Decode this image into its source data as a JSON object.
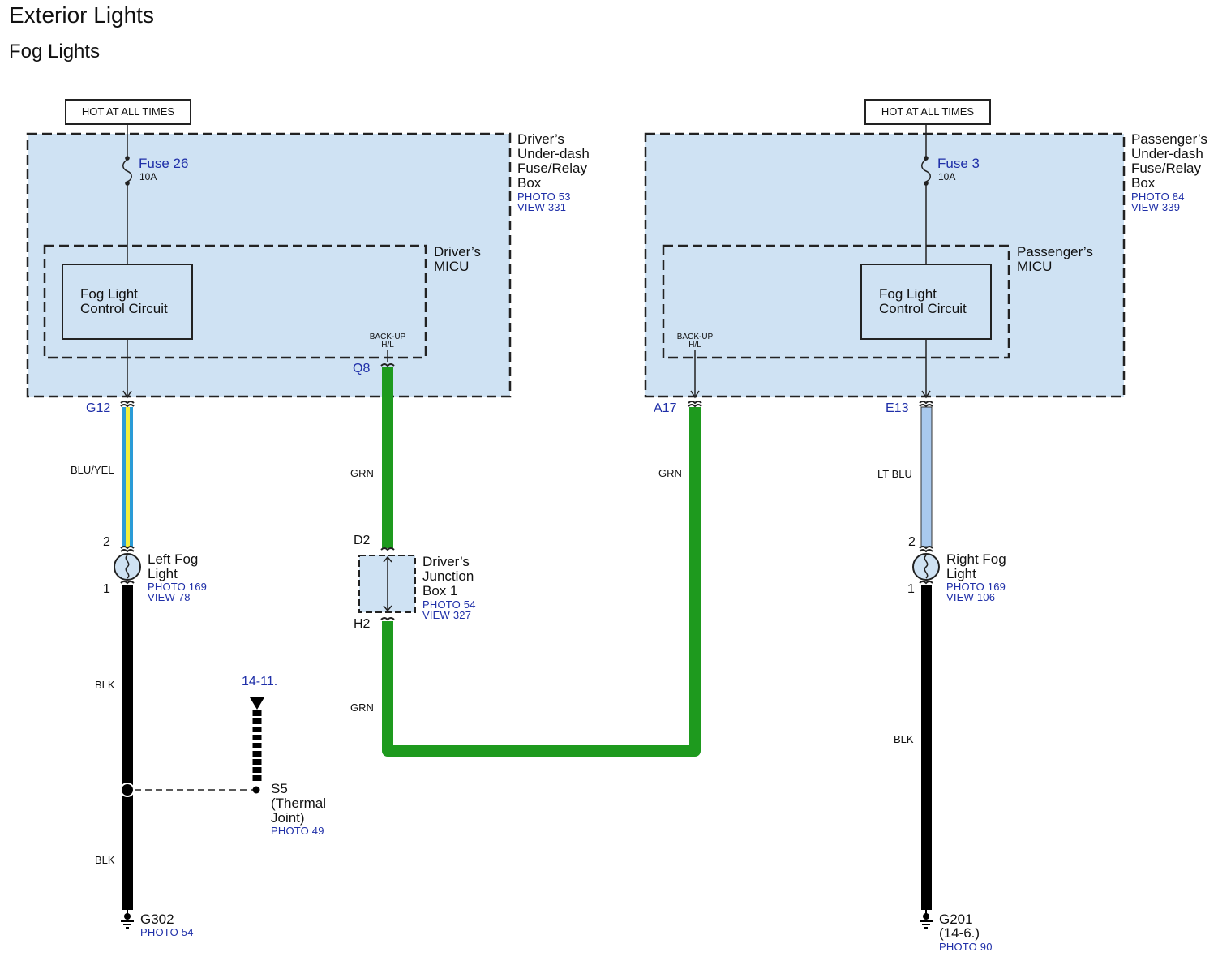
{
  "header": {
    "title": "Exterior Lights",
    "subtitle": "Fog Lights"
  },
  "left": {
    "hot_label": "HOT AT ALL TIMES",
    "fuse_box": {
      "lines": [
        "Driver’s",
        "Under-dash",
        "Fuse/Relay",
        "Box"
      ],
      "photo": "PHOTO 53",
      "view": "VIEW 331"
    },
    "fuse": {
      "name": "Fuse 26",
      "rating": "10A"
    },
    "micu": {
      "lines": [
        "Driver’s",
        "MICU"
      ]
    },
    "control_circuit": {
      "lines": [
        "Fog Light",
        "Control Circuit"
      ]
    },
    "backup": {
      "line1": "BACK-UP",
      "line2": "H/L"
    },
    "pin_g12": "G12",
    "pin_q8": "Q8",
    "wire_bluyel": "BLU/YEL",
    "wire_grn_top": "GRN",
    "wire_grn_bottom": "GRN",
    "pin_d2": "D2",
    "pin_h2": "H2",
    "junction_box": {
      "lines": [
        "Driver’s",
        "Junction",
        "Box 1"
      ],
      "photo": "PHOTO 54",
      "view": "VIEW 327"
    },
    "fog_light": {
      "pin_top": "2",
      "pin_bottom": "1",
      "lines": [
        "Left Fog",
        "Light"
      ],
      "photo": "PHOTO 169",
      "view": "VIEW 78"
    },
    "wire_blk_top": "BLK",
    "wire_blk_bottom": "BLK",
    "ref_page": "14-11.",
    "splice": {
      "name": "S5",
      "lines": [
        "(Thermal",
        "Joint)"
      ],
      "photo": "PHOTO 49"
    },
    "ground": {
      "name": "G302",
      "photo": "PHOTO 54"
    }
  },
  "right": {
    "hot_label": "HOT AT ALL TIMES",
    "fuse_box": {
      "lines": [
        "Passenger’s",
        "Under-dash",
        "Fuse/Relay",
        "Box"
      ],
      "photo": "PHOTO 84",
      "view": "VIEW 339"
    },
    "fuse": {
      "name": "Fuse 3",
      "rating": "10A"
    },
    "micu": {
      "lines": [
        "Passenger’s",
        "MICU"
      ]
    },
    "control_circuit": {
      "lines": [
        "Fog Light",
        "Control Circuit"
      ]
    },
    "backup": {
      "line1": "BACK-UP",
      "line2": "H/L"
    },
    "pin_a17": "A17",
    "pin_e13": "E13",
    "wire_grn": "GRN",
    "wire_ltblu": "LT BLU",
    "fog_light": {
      "pin_top": "2",
      "pin_bottom": "1",
      "lines": [
        "Right Fog",
        "Light"
      ],
      "photo": "PHOTO 169",
      "view": "VIEW 106"
    },
    "wire_blk": "BLK",
    "ground": {
      "name": "G201",
      "ref": "(14-6.)",
      "photo": "PHOTO 90"
    }
  },
  "colors": {
    "box_fill": "#cfe2f3",
    "wire_green": "#1e9a1e",
    "wire_blue": "#2a9bd6",
    "wire_yellow": "#f2ee3c",
    "wire_ltblue": "#a9c9ee",
    "wire_black": "#000000",
    "ref_blue": "#1f2fa8"
  }
}
